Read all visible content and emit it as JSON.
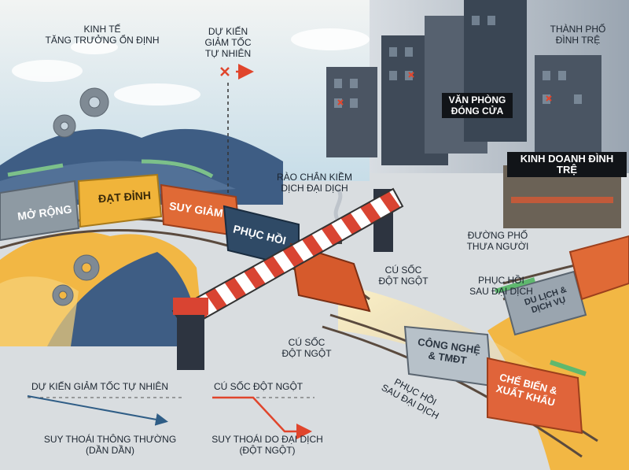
{
  "labels": {
    "stable_growth": "KINH TẾ\nTĂNG TRƯỞNG ỔN ĐỊNH",
    "expected_slowdown": "DỰ KIẾN\nGIẢM TỐC\nTỰ NHIÊN",
    "stagnant_city": "THÀNH PHỐ\nĐÌNH TRỆ",
    "office_closed": "VĂN PHÒNG\nĐÓNG CỬA",
    "stagnant_business": "KINH DOANH ĐÌNH TRỆ",
    "pandemic_barrier": "RÀO CHẮN KIỀM\nDỊCH ĐẠI DỊCH",
    "sparse_streets": "ĐƯỜNG PHỐ\nTHƯA NGƯỜI",
    "sudden_shock_right": "CÚ SỐC\nĐỘT NGỘT",
    "sudden_shock_center": "CÚ SỐC\nĐỘT NGỘT",
    "post_pandemic_recovery_top": "PHỤC HỒI\nSAU ĐẠI DỊCH",
    "post_pandemic_recovery_bottom": "PHỤC HỒI\nSAU ĐẠI DỊCH"
  },
  "train_cars": {
    "expansion": "MỞ RỘNG",
    "peak": "ĐẠT ĐỈNH",
    "decline": "SUY GIẢM",
    "recovery": "PHỤC HỒI"
  },
  "recovery_cars": {
    "tourism": "DU LỊCH &\nDỊCH VỤ",
    "tech": "CÔNG NGHỆ\n& TMĐT",
    "processing": "CHẾ BIẾN &\nXUẤT KHẨU"
  },
  "panels": {
    "left_title": "DỰ KIẾN GIẢM TỐC TỰ NHIÊN",
    "left_caption": "SUY THOÁI THÔNG THƯỜNG\n(DẦN DẦN)",
    "right_title": "CÚ SỐC ĐỘT NGỘT",
    "right_caption": "SUY THOÁI DO ĐẠI DỊCH\n(ĐỘT NGỘT)"
  },
  "colors": {
    "expansion_car": "#8e9aa3",
    "peak_car": "#f0b43a",
    "decline_car": "#e06a36",
    "recovery_car": "#2f4a66",
    "sudden_red": "#e0452c",
    "gradual_blue": "#2f5d86",
    "growth_arrow": "#7cc08a",
    "recovery_arrow": "#5fb86e"
  }
}
